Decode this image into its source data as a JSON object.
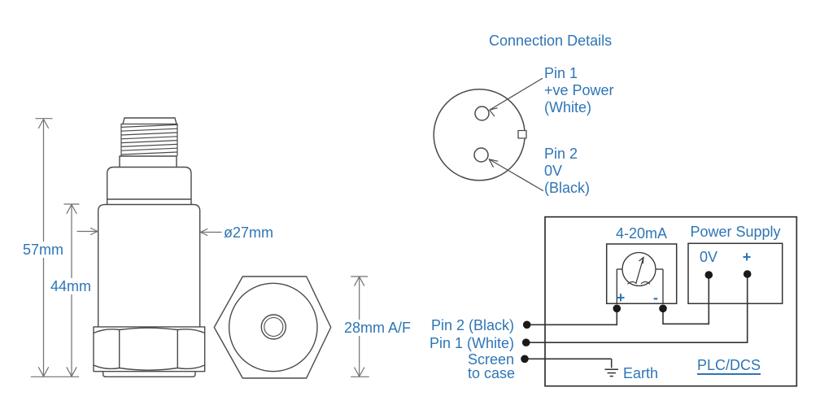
{
  "colors": {
    "accent_blue": "#2e75b6",
    "drawing_line": "#4a4a4a",
    "dimension_line": "#707070",
    "wiring_line": "#333333",
    "terminal_dot": "#1a1a1a",
    "background": "#ffffff"
  },
  "dimensions": {
    "overall_height": "57mm",
    "body_height": "44mm",
    "body_diameter": "ø27mm",
    "hex_across_flats": "28mm A/F"
  },
  "connection_details": {
    "title": "Connection Details",
    "pin1": {
      "name": "Pin 1",
      "function": "+ve Power",
      "wire_color": "(White)"
    },
    "pin2": {
      "name": "Pin 2",
      "function": "0V",
      "wire_color": "(Black)"
    }
  },
  "wiring": {
    "meter_label": "4-20mA",
    "meter_plus": "+",
    "meter_minus": "-",
    "power_supply_label": "Power Supply",
    "ps_zero_volt": "0V",
    "ps_plus": "+",
    "plc_label": "PLC/DCS",
    "earth_label": "Earth",
    "pin2_wire": "Pin 2 (Black)",
    "pin1_wire": "Pin 1 (White)",
    "screen_line1": "Screen",
    "screen_line2": "to case"
  }
}
